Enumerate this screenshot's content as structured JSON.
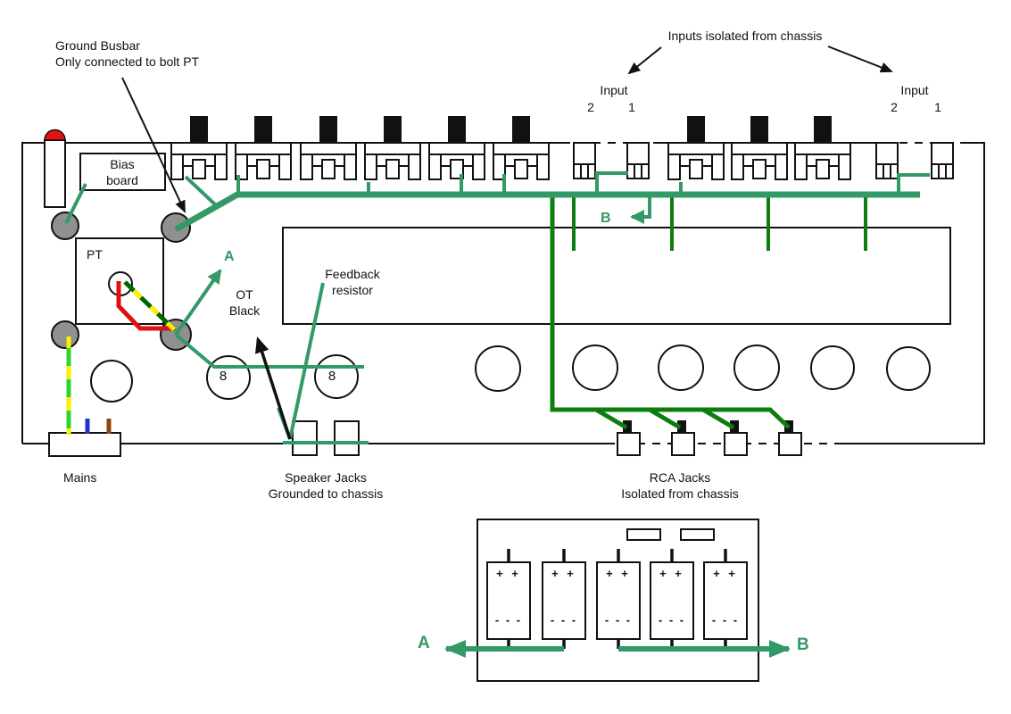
{
  "colors": {
    "wire_green_medium": "#339966",
    "wire_green_dark": "#0d7d0d",
    "wire_green_bright": "#2ed52e",
    "wire_yellow": "#ffee00",
    "wire_red": "#dd1111",
    "wire_pt_green": "#006400",
    "wire_blue": "#2233cc",
    "wire_brown": "#8b4513",
    "bolt_gray": "#909090",
    "lamp_red": "#e81111"
  },
  "annotations": {
    "ground_busbar": "Ground Busbar\nOnly connected to bolt PT",
    "inputs_isolated": "Inputs isolated from chassis",
    "input": "Input",
    "input_jack_2": "2",
    "input_jack_1": "1",
    "bias_board": "Bias\nboard",
    "pt": "PT",
    "point_a": "A",
    "point_b": "B",
    "ot_black": "OT\nBlack",
    "feedback_resistor": "Feedback\nresistor",
    "mains": "Mains",
    "speaker_jacks": "Speaker Jacks\nGrounded to chassis",
    "rca_jacks": "RCA Jacks\nIsolated from chassis",
    "impedance_8": "8",
    "cap_positive": "+ +",
    "cap_negative": "- - -"
  }
}
